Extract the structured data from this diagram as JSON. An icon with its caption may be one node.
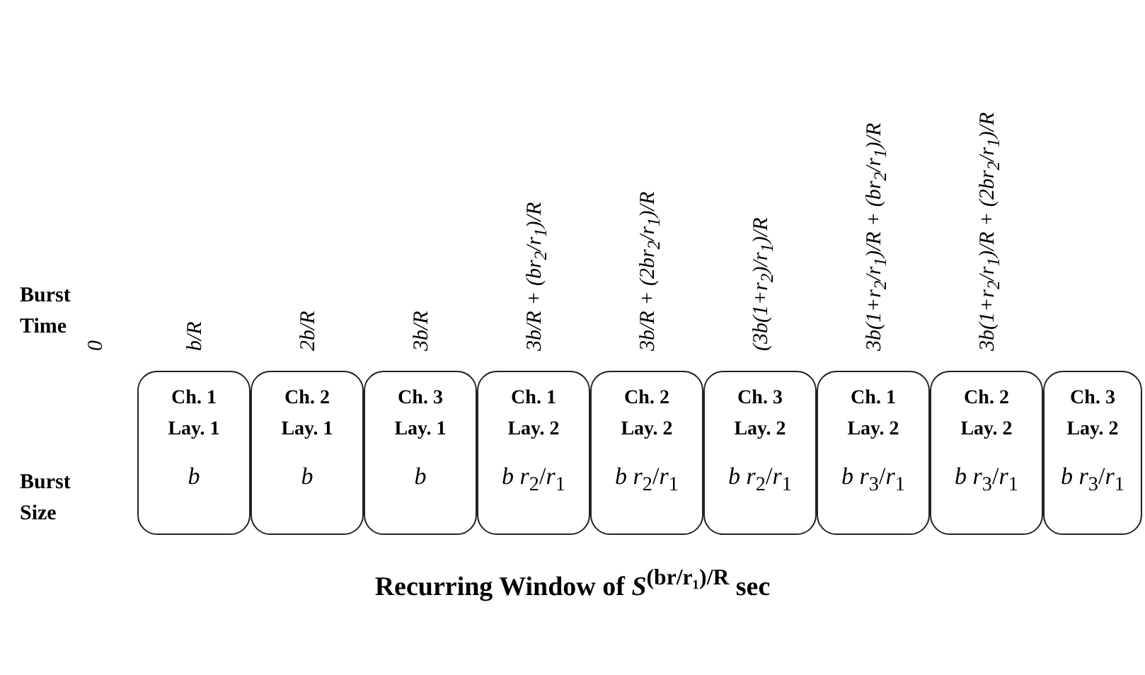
{
  "diagram": {
    "caption": "Recurring Window of *S*$^{(br/r₁)/R}$ sec",
    "nodes": [
      {
        "text": [
          "Ch. 1",
          "Lay. 1",
          "*b*"
        ]
      },
      {
        "text": [
          "Ch. 2",
          "Lay. 1",
          "*b*"
        ]
      },
      {
        "text": [
          "Ch. 3",
          "Lay. 1",
          "*b*"
        ]
      },
      {
        "text": [
          "Ch. 1",
          "Lay. 2",
          "*b* *r*$_{2}$/*r*$_{1}$"
        ]
      },
      {
        "text": [
          "Ch. 2",
          "Lay. 2",
          "*b* *r*$_{2}$/*r*$_{1}$"
        ]
      },
      {
        "text": [
          "Ch. 3",
          "Lay. 2",
          "*b* *r*$_{2}$/*r*$_{1}$"
        ]
      },
      {
        "text": [
          "Ch. 1",
          "Lay. 2",
          "*b* *r*$_{3}$/*r*$_{1}$"
        ]
      },
      {
        "text": [
          "Ch. 2",
          "Lay. 2",
          "*b* *r*$_{3}$/*r*$_{1}$"
        ]
      },
      {
        "text": [
          "Ch. 3",
          "Lay. 2",
          "*b* *r*$_{3}$/*r*$_{1}$"
        ]
      }
    ],
    "labels": [
      "Burst Time",
      "0",
      "b/R",
      "2b/R",
      "3b/R",
      "3b/R + (br$_{2}$/r$_{1}$)/R",
      "3b/R + (2br$_{2}$/r$_{1}$)/R",
      "(3b(1+r$_{2}$)/r$_{1}$)/R",
      "3b(1+r$_{2}$/r$_{1}$)/R + (br$_{2}$/r$_{1}$)/R",
      "3b(1+r$_{2}$/r$_{1}$)/R + (2br$_{2}$/r$_{1}$)/R",
      "Burst Size"
    ]
  }
}
